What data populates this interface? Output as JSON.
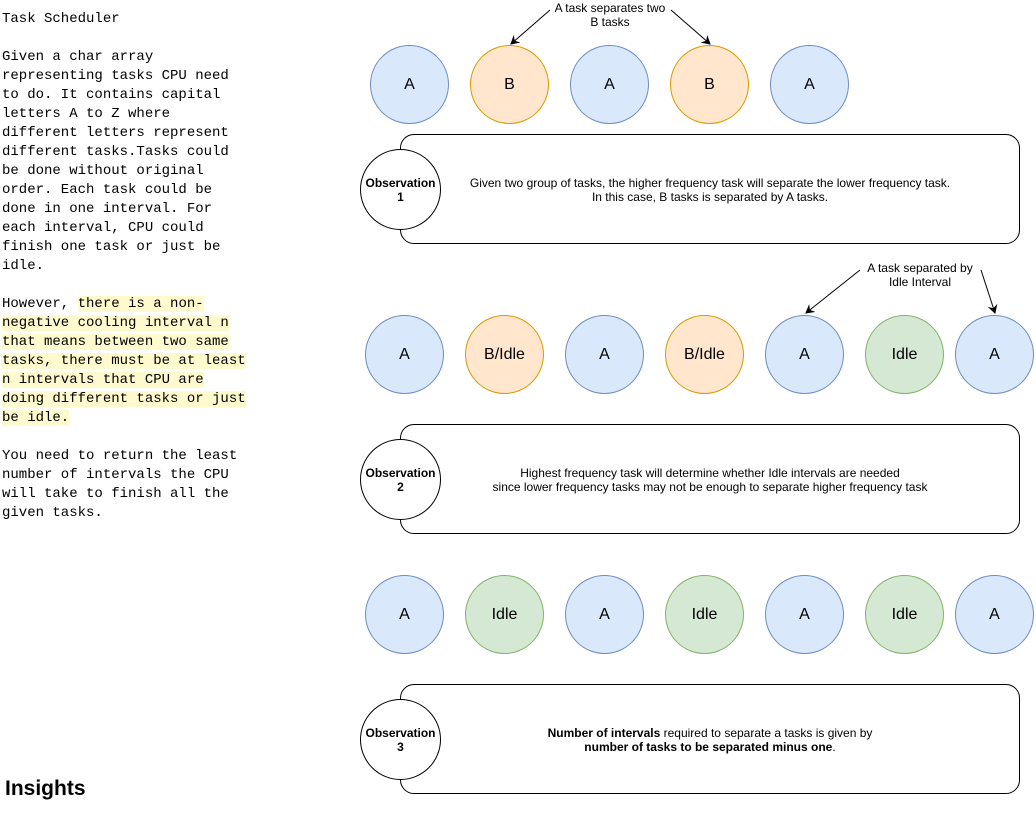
{
  "problem": {
    "title": "Task Scheduler",
    "p1": "Given a char array\nrepresenting tasks CPU need\nto do. It contains capital\nletters A to Z where\ndifferent letters represent\ndifferent tasks.Tasks could\nbe done without original\norder. Each task could be\ndone in one interval. For\neach interval, CPU could\nfinish one task or just be\nidle.",
    "p2_lead": "However, ",
    "p2_highlight": "there is a non-\nnegative cooling interval n\nthat means between two same\ntasks, there must be at least\nn intervals that CPU are\ndoing different tasks or just\nbe idle.",
    "p3": "You need to return the least\nnumber of intervals the CPU\nwill take to finish all the\ngiven tasks."
  },
  "insights_title": "Insights",
  "row1": {
    "nodes": [
      "A",
      "B",
      "A",
      "B",
      "A"
    ],
    "annotation": "A task separates two\nB tasks"
  },
  "observation1": {
    "label": "Observation\n1",
    "text": "Given two group of tasks, the higher frequency task will separate the lower frequency task.\nIn this case, B tasks is separated by A tasks."
  },
  "row2": {
    "nodes": [
      "A",
      "B/Idle",
      "A",
      "B/Idle",
      "A",
      "Idle",
      "A"
    ],
    "annotation": "A task separated by\nIdle Interval"
  },
  "observation2": {
    "label": "Observation\n2",
    "text": "Highest frequency task will determine whether Idle intervals are needed\nsince lower frequency tasks may not be enough to separate higher frequency task"
  },
  "row3": {
    "nodes": [
      "A",
      "Idle",
      "A",
      "Idle",
      "A",
      "Idle",
      "A"
    ]
  },
  "observation3": {
    "label": "Observation\n3",
    "text_bold1": "Number of intervals",
    "text_normal1": " required to separate a tasks is given by",
    "text_bold2": "number of tasks to be separated minus one",
    "text_normal2": "."
  },
  "colors": {
    "A_fill": "#dae8fc",
    "A_stroke": "#6c8ebf",
    "B_fill": "#ffe6cc",
    "B_stroke": "#d79b00",
    "Idle_fill": "#d5e8d4",
    "Idle_stroke": "#82b366",
    "highlight": "#fffacd"
  }
}
